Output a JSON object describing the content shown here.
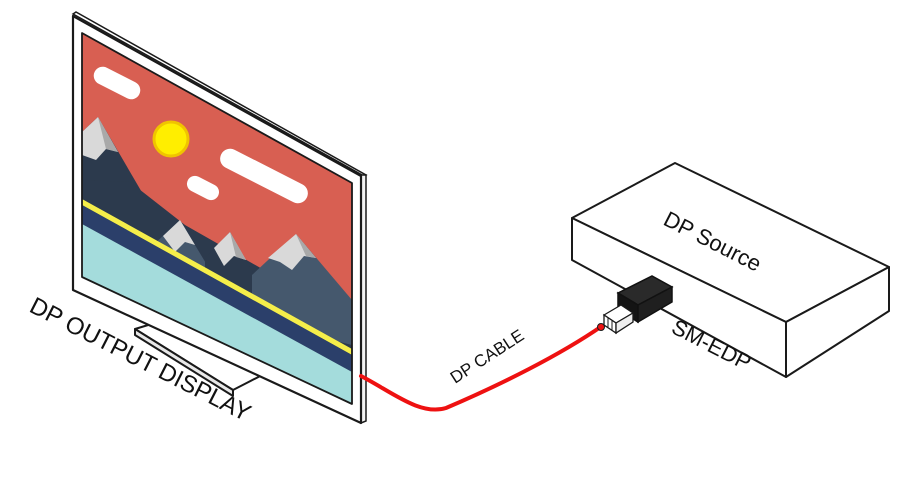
{
  "labels": {
    "display": "DP OUTPUT DISPLAY",
    "cable": "DP CABLE",
    "source": "DP Source",
    "device": "SM-EDP"
  },
  "colors": {
    "screen_sky": "#d85f52",
    "sun": "#ffee00",
    "mountain_dark": "#2c3a4d",
    "mountain_mid": "#45586d",
    "snow": "#d9d9d9",
    "snow_shadow": "#a9a9a9",
    "yellow_band": "#f5ee4a",
    "blue_band": "#2b3f6a",
    "water": "#a4dcdc",
    "cable": "#ee1111",
    "bezel": "#ffffff",
    "outline": "#1a1a1a",
    "dongle": "#1a1a1a"
  }
}
